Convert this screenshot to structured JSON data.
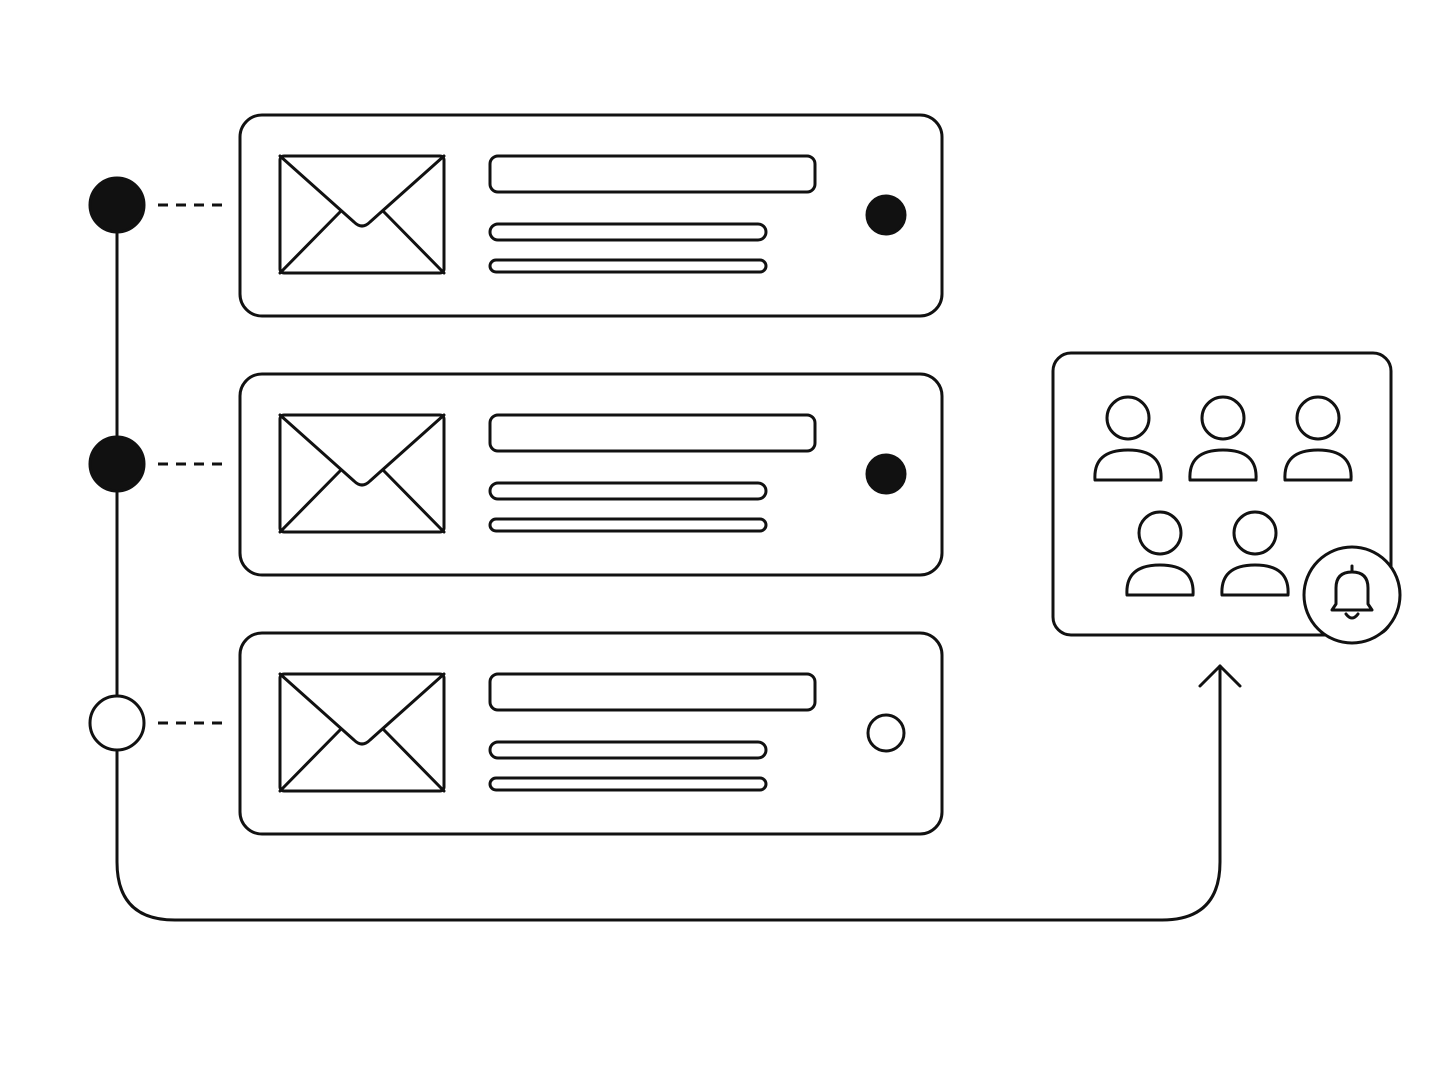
{
  "colors": {
    "background": "#ffffff",
    "ink": "#111111"
  },
  "timeline": {
    "nodes": [
      {
        "state": "filled"
      },
      {
        "state": "filled"
      },
      {
        "state": "empty"
      }
    ]
  },
  "messages": [
    {
      "icon": "envelope-icon",
      "unread": true,
      "text_placeholder_lines": 3
    },
    {
      "icon": "envelope-icon",
      "unread": true,
      "text_placeholder_lines": 3
    },
    {
      "icon": "envelope-icon",
      "unread": false,
      "text_placeholder_lines": 3
    }
  ],
  "audience": {
    "people_count": 5,
    "person_icon": "person-icon",
    "badge_icon": "bell-icon"
  },
  "flow": {
    "arrow_icon": "arrow-up-icon"
  }
}
